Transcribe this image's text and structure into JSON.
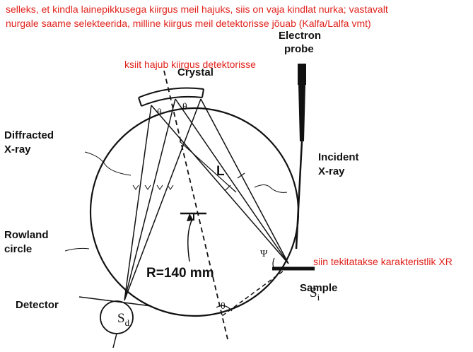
{
  "notes": {
    "top_line1": "selleks, et kindla lainepikkusega kiirgus meil hajuks, siis on vaja kindlat nurka; vastavalt",
    "top_line2": "nurgale saame selekteerida, milline kiirgus meil detektorisse jõuab (Kalfa/Lalfa vmt)",
    "crystal_note": "ksiit hajub kiirgus detektorisse",
    "sample_note": "siin tekitatakse karakteristlik XR"
  },
  "labels": {
    "electron_1": "Electron",
    "electron_2": "probe",
    "crystal": "Crystal",
    "diffracted_1": "Diffracted",
    "diffracted_2": "X-ray",
    "incident_1": "Incident",
    "incident_2": "X-ray",
    "rowland_1": "Rowland",
    "rowland_2": "circle",
    "radius": "R=140 mm",
    "detector": "Detector",
    "sample": "Sample",
    "L": "L",
    "theta": "θ",
    "psi": "Ψ",
    "si_main": "S",
    "si_sub": "i",
    "sd_main": "S",
    "sd_sub": "d"
  },
  "colors": {
    "annotation": "#e0231c",
    "ink": "#111111"
  }
}
